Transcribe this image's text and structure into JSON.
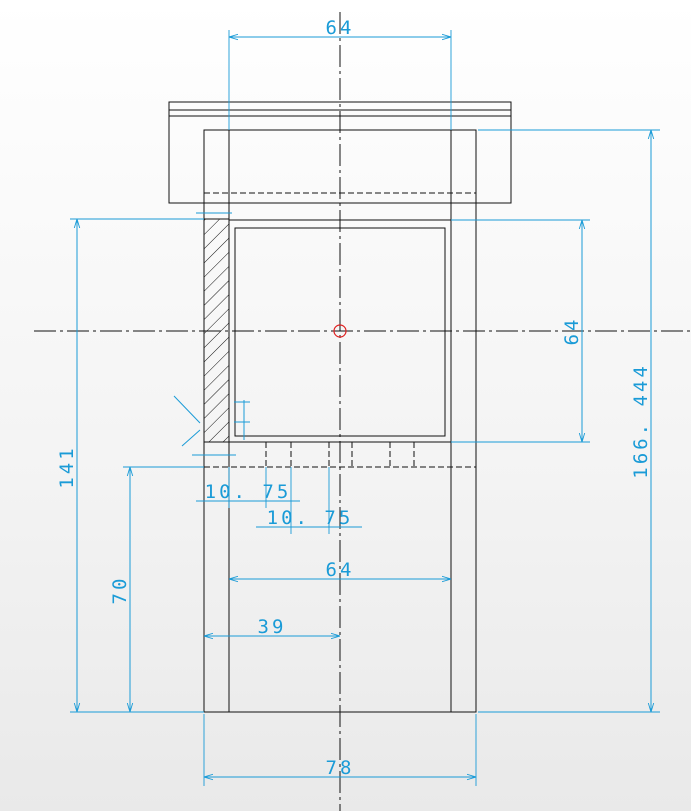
{
  "drawing": {
    "dimensions": {
      "top_width": "64",
      "right_height": "64",
      "overall_height": "166. 444",
      "left_height": "141",
      "lower_height": "70",
      "slot_1": "10. 75",
      "slot_2": "10. 75",
      "inner_width": "64",
      "half_width": "39",
      "bottom_width": "78"
    },
    "colors": {
      "dimension": "#1a9bd7",
      "geometry": "#111111",
      "origin_marker": "#e02020"
    }
  }
}
